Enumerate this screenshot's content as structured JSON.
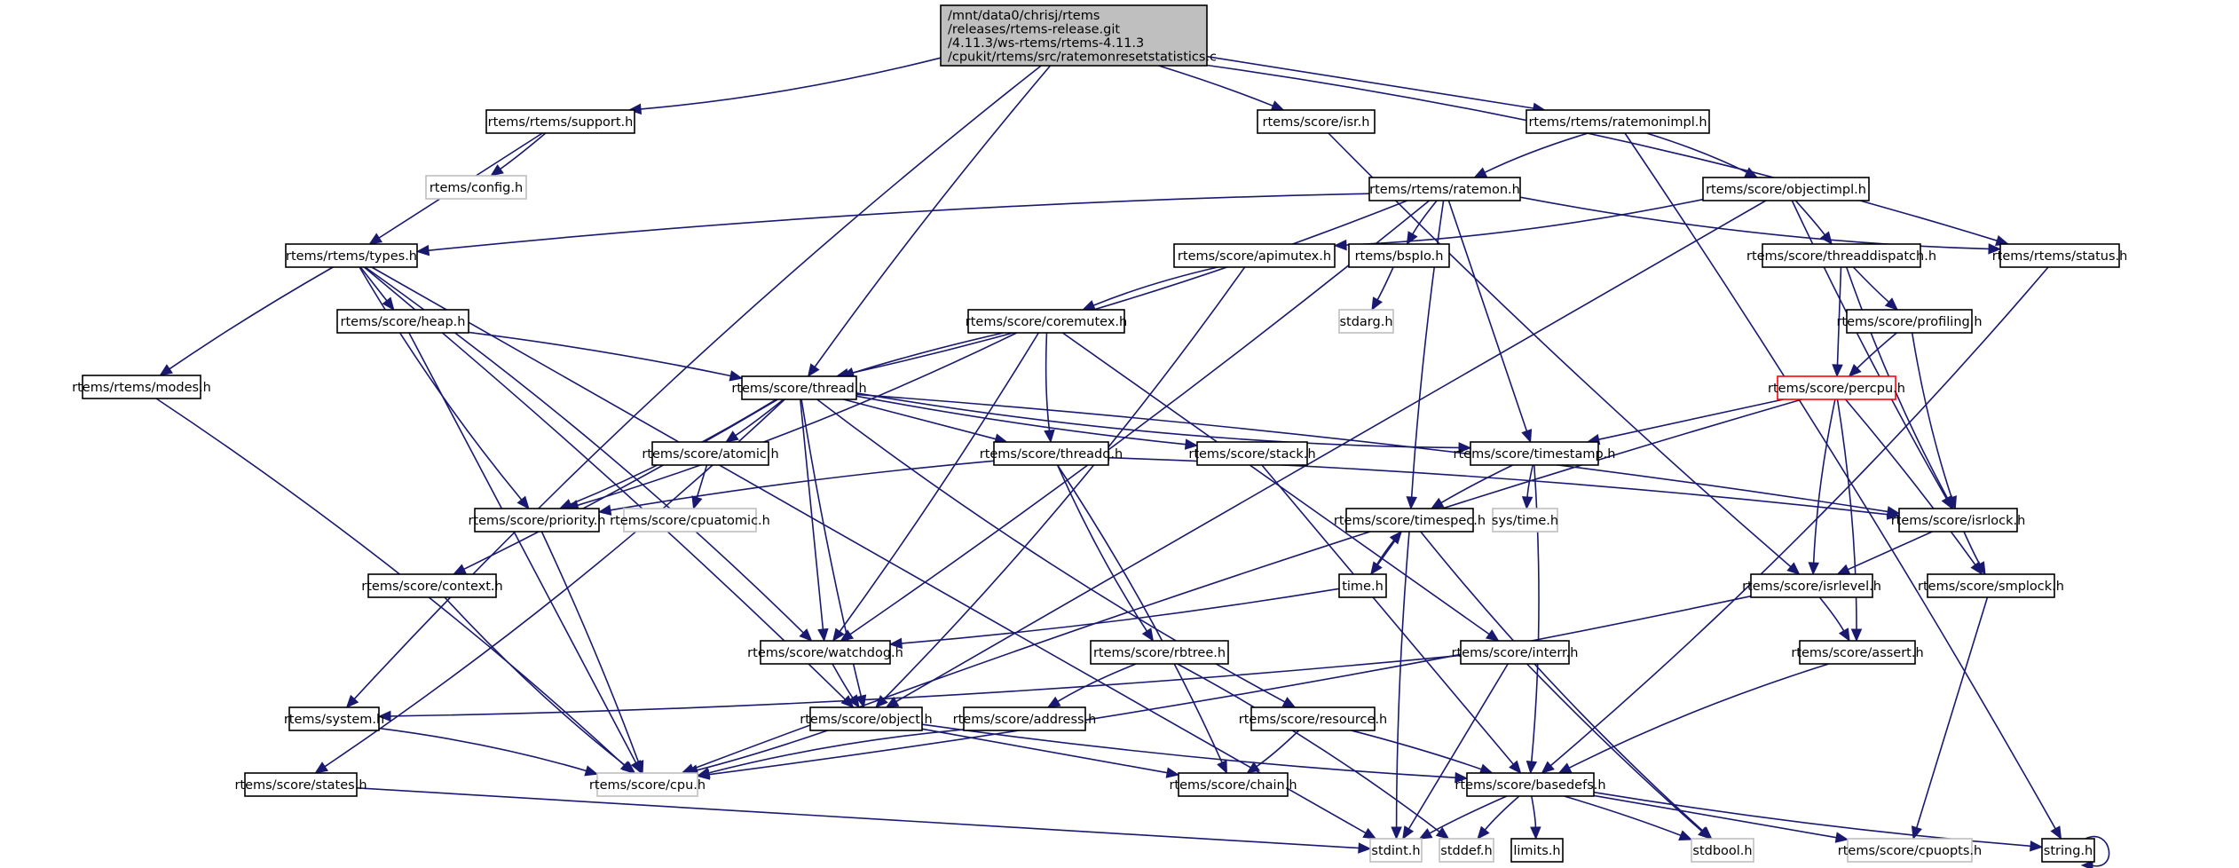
{
  "title": "Include dependency graph for ratemonresetstatistics.c",
  "colors": {
    "edge": "#191970",
    "root_fill": "#bfbfbf",
    "node_border": "#000000",
    "external_border": "#bfbfbf",
    "truncated_border": "#ff0000"
  },
  "root": {
    "id": "root",
    "lines": [
      "/mnt/data0/chrisj/rtems",
      "/releases/rtems-release.git",
      "/4.11.3/ws-rtems/rtems-4.11.3",
      "/cpukit/rtems/src/ratemonresetstatistics.c"
    ]
  },
  "nodes": [
    {
      "id": "support",
      "label": "rtems/rtems/support.h",
      "kind": "normal"
    },
    {
      "id": "config",
      "label": "rtems/config.h",
      "kind": "external"
    },
    {
      "id": "isr",
      "label": "rtems/score/isr.h",
      "kind": "normal"
    },
    {
      "id": "ratemonimpl",
      "label": "rtems/rtems/ratemonimpl.h",
      "kind": "normal"
    },
    {
      "id": "types",
      "label": "rtems/rtems/types.h",
      "kind": "normal"
    },
    {
      "id": "ratemon",
      "label": "rtems/rtems/ratemon.h",
      "kind": "normal"
    },
    {
      "id": "objectimpl",
      "label": "rtems/score/objectimpl.h",
      "kind": "normal"
    },
    {
      "id": "apimutex",
      "label": "rtems/score/apimutex.h",
      "kind": "normal"
    },
    {
      "id": "bspio",
      "label": "rtems/bspIo.h",
      "kind": "normal"
    },
    {
      "id": "threaddispatch",
      "label": "rtems/score/threaddispatch.h",
      "kind": "normal"
    },
    {
      "id": "status",
      "label": "rtems/rtems/status.h",
      "kind": "normal"
    },
    {
      "id": "heap",
      "label": "rtems/score/heap.h",
      "kind": "normal"
    },
    {
      "id": "coremutex",
      "label": "rtems/score/coremutex.h",
      "kind": "normal"
    },
    {
      "id": "stdarg",
      "label": "stdarg.h",
      "kind": "external"
    },
    {
      "id": "profiling",
      "label": "rtems/score/profiling.h",
      "kind": "normal"
    },
    {
      "id": "modes",
      "label": "rtems/rtems/modes.h",
      "kind": "normal"
    },
    {
      "id": "thread",
      "label": "rtems/score/thread.h",
      "kind": "normal"
    },
    {
      "id": "percpu",
      "label": "rtems/score/percpu.h",
      "kind": "truncated"
    },
    {
      "id": "atomic",
      "label": "rtems/score/atomic.h",
      "kind": "normal"
    },
    {
      "id": "threadq",
      "label": "rtems/score/threadq.h",
      "kind": "normal"
    },
    {
      "id": "stack",
      "label": "rtems/score/stack.h",
      "kind": "normal"
    },
    {
      "id": "timestamp",
      "label": "rtems/score/timestamp.h",
      "kind": "normal"
    },
    {
      "id": "priority",
      "label": "rtems/score/priority.h",
      "kind": "normal"
    },
    {
      "id": "cpuatomic",
      "label": "rtems/score/cpuatomic.h",
      "kind": "external"
    },
    {
      "id": "timespec",
      "label": "rtems/score/timespec.h",
      "kind": "normal"
    },
    {
      "id": "systime",
      "label": "sys/time.h",
      "kind": "external"
    },
    {
      "id": "isrlock",
      "label": "rtems/score/isrlock.h",
      "kind": "normal"
    },
    {
      "id": "context",
      "label": "rtems/score/context.h",
      "kind": "normal"
    },
    {
      "id": "timeh",
      "label": "time.h",
      "kind": "normal"
    },
    {
      "id": "isrlevel",
      "label": "rtems/score/isrlevel.h",
      "kind": "normal"
    },
    {
      "id": "smplock",
      "label": "rtems/score/smplock.h",
      "kind": "normal"
    },
    {
      "id": "watchdog",
      "label": "rtems/score/watchdog.h",
      "kind": "normal"
    },
    {
      "id": "rbtree",
      "label": "rtems/score/rbtree.h",
      "kind": "normal"
    },
    {
      "id": "interr",
      "label": "rtems/score/interr.h",
      "kind": "normal"
    },
    {
      "id": "assert",
      "label": "rtems/score/assert.h",
      "kind": "normal"
    },
    {
      "id": "system",
      "label": "rtems/system.h",
      "kind": "normal"
    },
    {
      "id": "object",
      "label": "rtems/score/object.h",
      "kind": "normal"
    },
    {
      "id": "address",
      "label": "rtems/score/address.h",
      "kind": "normal"
    },
    {
      "id": "resource",
      "label": "rtems/score/resource.h",
      "kind": "normal"
    },
    {
      "id": "states",
      "label": "rtems/score/states.h",
      "kind": "normal"
    },
    {
      "id": "cpu",
      "label": "rtems/score/cpu.h",
      "kind": "external"
    },
    {
      "id": "chain",
      "label": "rtems/score/chain.h",
      "kind": "normal"
    },
    {
      "id": "basedefs",
      "label": "rtems/score/basedefs.h",
      "kind": "normal"
    },
    {
      "id": "stdint",
      "label": "stdint.h",
      "kind": "external"
    },
    {
      "id": "stddef",
      "label": "stddef.h",
      "kind": "external"
    },
    {
      "id": "limits",
      "label": "limits.h",
      "kind": "normal"
    },
    {
      "id": "stdbool",
      "label": "stdbool.h",
      "kind": "external"
    },
    {
      "id": "cpuopts",
      "label": "rtems/score/cpuopts.h",
      "kind": "external"
    },
    {
      "id": "string",
      "label": "string.h",
      "kind": "normal"
    }
  ],
  "edges": [
    [
      "root",
      "support"
    ],
    [
      "root",
      "isr"
    ],
    [
      "root",
      "ratemonimpl"
    ],
    [
      "root",
      "thread"
    ],
    [
      "root",
      "system"
    ],
    [
      "root",
      "status"
    ],
    [
      "support",
      "config"
    ],
    [
      "support",
      "types"
    ],
    [
      "isr",
      "isrlevel"
    ],
    [
      "ratemonimpl",
      "ratemon"
    ],
    [
      "ratemonimpl",
      "objectimpl"
    ],
    [
      "ratemonimpl",
      "string"
    ],
    [
      "types",
      "heap"
    ],
    [
      "types",
      "modes"
    ],
    [
      "types",
      "priority"
    ],
    [
      "types",
      "watchdog"
    ],
    [
      "types",
      "object"
    ],
    [
      "types",
      "stdint"
    ],
    [
      "ratemon",
      "types"
    ],
    [
      "ratemon",
      "bspio"
    ],
    [
      "ratemon",
      "thread"
    ],
    [
      "ratemon",
      "watchdog"
    ],
    [
      "ratemon",
      "timestamp"
    ],
    [
      "ratemon",
      "timespec"
    ],
    [
      "ratemon",
      "status"
    ],
    [
      "objectimpl",
      "apimutex"
    ],
    [
      "objectimpl",
      "threaddispatch"
    ],
    [
      "objectimpl",
      "object"
    ],
    [
      "objectimpl",
      "isrlock"
    ],
    [
      "apimutex",
      "coremutex"
    ],
    [
      "apimutex",
      "object"
    ],
    [
      "bspio",
      "stdarg"
    ],
    [
      "threaddispatch",
      "percpu"
    ],
    [
      "threaddispatch",
      "profiling"
    ],
    [
      "threaddispatch",
      "isrlock"
    ],
    [
      "status",
      "basedefs"
    ],
    [
      "heap",
      "thread"
    ],
    [
      "heap",
      "cpu"
    ],
    [
      "coremutex",
      "thread"
    ],
    [
      "coremutex",
      "threadq"
    ],
    [
      "coremutex",
      "priority"
    ],
    [
      "coremutex",
      "watchdog"
    ],
    [
      "coremutex",
      "interr"
    ],
    [
      "profiling",
      "percpu"
    ],
    [
      "profiling",
      "isrlock"
    ],
    [
      "modes",
      "cpu"
    ],
    [
      "thread",
      "atomic"
    ],
    [
      "thread",
      "threadq"
    ],
    [
      "thread",
      "stack"
    ],
    [
      "thread",
      "timestamp"
    ],
    [
      "thread",
      "priority"
    ],
    [
      "thread",
      "context"
    ],
    [
      "thread",
      "watchdog"
    ],
    [
      "thread",
      "object"
    ],
    [
      "thread",
      "resource"
    ],
    [
      "thread",
      "states"
    ],
    [
      "thread",
      "isrlock"
    ],
    [
      "percpu",
      "timestamp"
    ],
    [
      "percpu",
      "cpu"
    ],
    [
      "percpu",
      "isrlevel"
    ],
    [
      "percpu",
      "assert"
    ],
    [
      "percpu",
      "smplock"
    ],
    [
      "atomic",
      "cpuatomic"
    ],
    [
      "threadq",
      "priority"
    ],
    [
      "threadq",
      "rbtree"
    ],
    [
      "threadq",
      "chain"
    ],
    [
      "threadq",
      "isrlock"
    ],
    [
      "stack",
      "basedefs"
    ],
    [
      "timestamp",
      "timespec"
    ],
    [
      "timestamp",
      "systime"
    ],
    [
      "timestamp",
      "basedefs"
    ],
    [
      "priority",
      "cpu"
    ],
    [
      "timespec",
      "timeh"
    ],
    [
      "timespec",
      "stdint"
    ],
    [
      "timespec",
      "stdbool"
    ],
    [
      "timeh",
      "timespec"
    ],
    [
      "timeh",
      "watchdog"
    ],
    [
      "isrlock",
      "isrlevel"
    ],
    [
      "isrlock",
      "smplock"
    ],
    [
      "context",
      "cpu"
    ],
    [
      "isrlevel",
      "assert"
    ],
    [
      "isrlevel",
      "cpu"
    ],
    [
      "smplock",
      "cpuopts"
    ],
    [
      "watchdog",
      "object"
    ],
    [
      "rbtree",
      "address"
    ],
    [
      "rbtree",
      "stddef"
    ],
    [
      "interr",
      "system"
    ],
    [
      "interr",
      "stdint"
    ],
    [
      "interr",
      "stdbool"
    ],
    [
      "assert",
      "basedefs"
    ],
    [
      "system",
      "cpu"
    ],
    [
      "object",
      "cpu"
    ],
    [
      "object",
      "chain"
    ],
    [
      "object",
      "basedefs"
    ],
    [
      "address",
      "cpu"
    ],
    [
      "resource",
      "chain"
    ],
    [
      "resource",
      "basedefs"
    ],
    [
      "states",
      "stdint"
    ],
    [
      "basedefs",
      "stdint"
    ],
    [
      "basedefs",
      "stddef"
    ],
    [
      "basedefs",
      "limits"
    ],
    [
      "basedefs",
      "stdbool"
    ],
    [
      "basedefs",
      "cpuopts"
    ],
    [
      "basedefs",
      "string"
    ],
    [
      "string",
      "string"
    ]
  ]
}
